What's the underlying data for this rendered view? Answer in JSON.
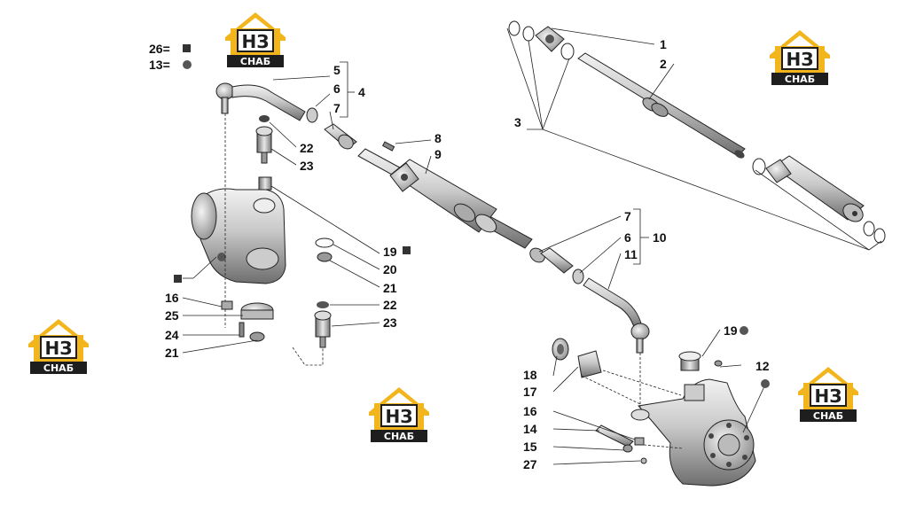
{
  "legend": {
    "square_ref": "26=",
    "circle_ref": "13="
  },
  "labels": {
    "l1": "1",
    "l2": "2",
    "l3": "3",
    "l4": "4",
    "l5": "5",
    "l6a": "6",
    "l7a": "7",
    "l8": "8",
    "l9": "9",
    "l6b": "6",
    "l7b": "7",
    "l10": "10",
    "l11": "11",
    "l22a": "22",
    "l23a": "23",
    "l19a": "19",
    "l20": "20",
    "l21a": "21",
    "l16a": "16",
    "l25": "25",
    "l24": "24",
    "l21b": "21",
    "l22b": "22",
    "l23b": "23",
    "l19b": "19",
    "l12": "12",
    "l18": "18",
    "l17": "17",
    "l16b": "16",
    "l14": "14",
    "l15": "15",
    "l27": "27"
  },
  "watermark": {
    "letters": "НЗ",
    "caption": "СНАБ"
  },
  "colors": {
    "logo_yellow": "#f2b51c",
    "logo_dark": "#1e1e1e",
    "marker": "#333333"
  }
}
